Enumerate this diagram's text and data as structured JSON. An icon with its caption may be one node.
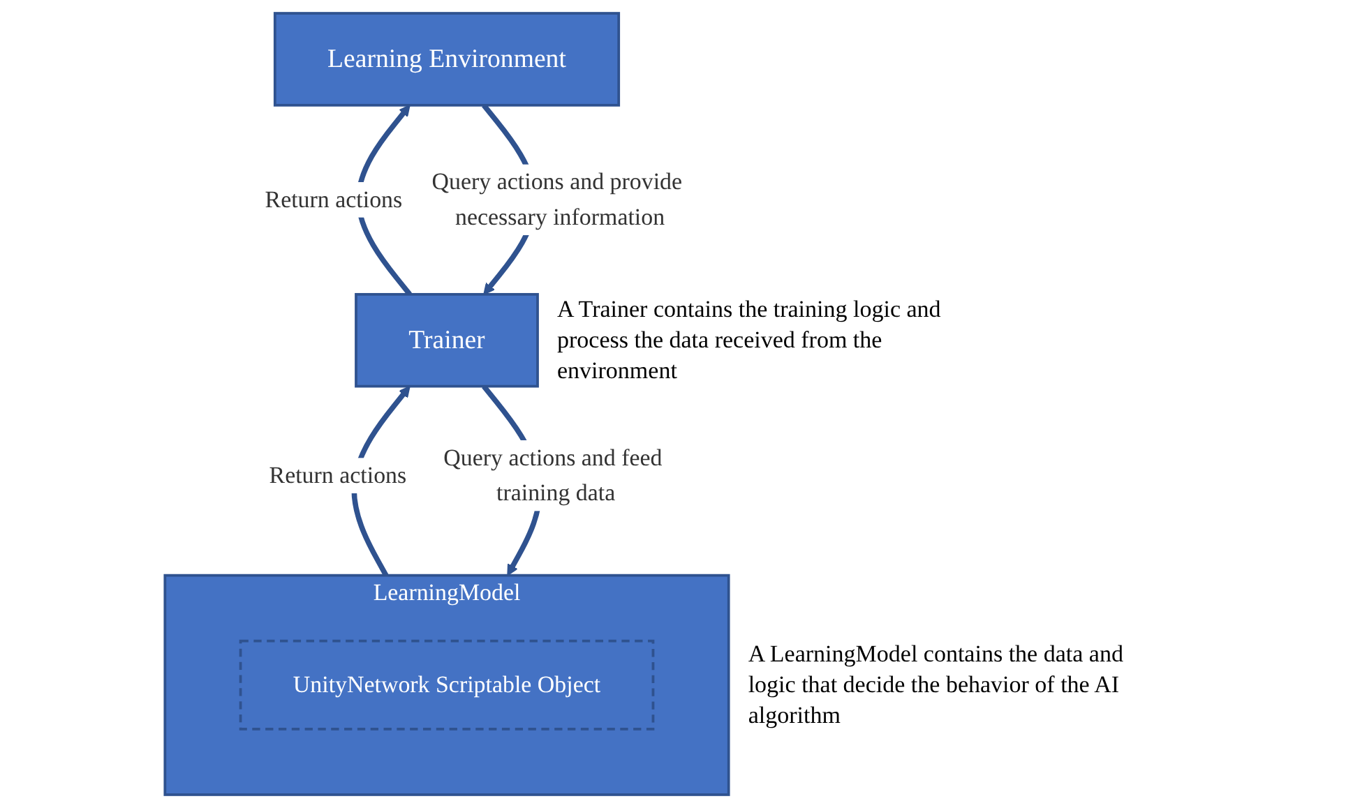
{
  "diagram": {
    "nodes": [
      {
        "text": [
          "Learning Environment"
        ]
      },
      {
        "text": [
          "Trainer"
        ],
        "beside": [
          "A Trainer contains the training logic and process the data received from the environment"
        ]
      },
      {
        "text": [
          "LearningModel"
        ],
        "beside": [
          "A LearningModel contains the data and logic that decide the behavior of the AI algorithm"
        ]
      },
      {
        "text": [
          "UnityNetwork Scriptable Object"
        ],
        "in": 2
      }
    ],
    "edges": [
      {
        "from": 0,
        "to": 1,
        "arrow": "to",
        "label": "Query actions and provide necessary information"
      },
      {
        "from": 1,
        "to": 0,
        "arrow": "to",
        "label": "Return actions"
      },
      {
        "from": 1,
        "to": 2,
        "arrow": "to",
        "label": "Query actions and feed training data"
      },
      {
        "from": 2,
        "to": 1,
        "arrow": "to",
        "label": "Return actions"
      }
    ]
  }
}
